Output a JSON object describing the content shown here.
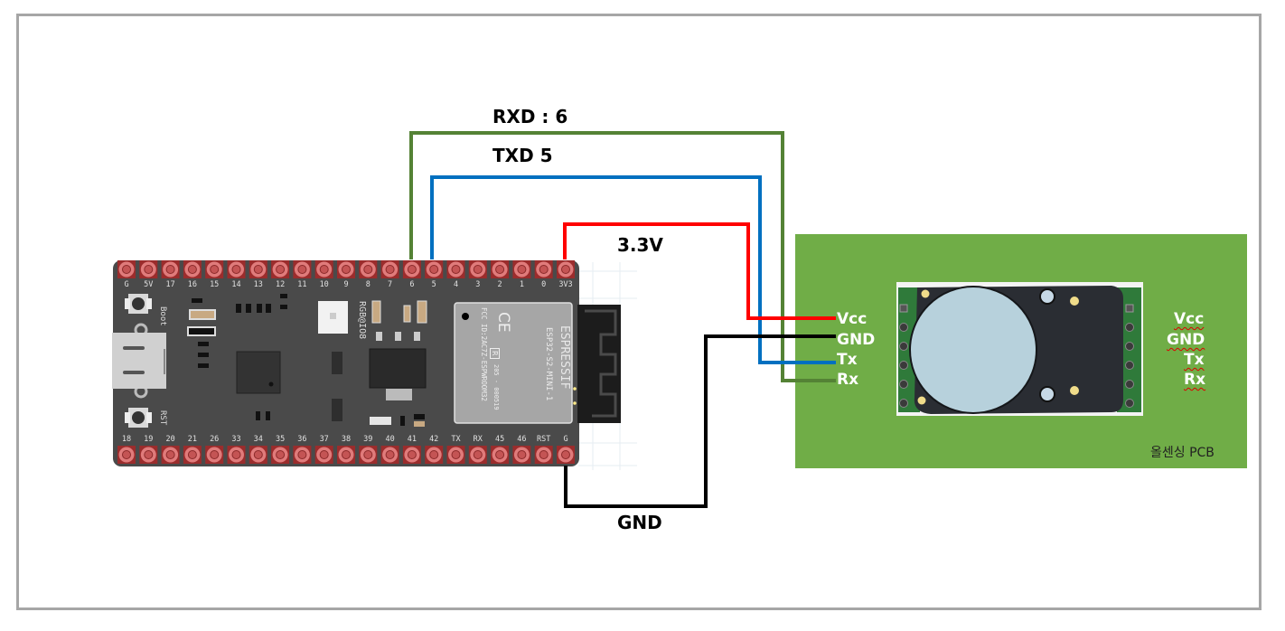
{
  "board": {
    "top_pins": [
      "G",
      "5V",
      "17",
      "16",
      "15",
      "14",
      "13",
      "12",
      "11",
      "10",
      "9",
      "8",
      "7",
      "6",
      "5",
      "4",
      "3",
      "2",
      "1",
      "0",
      "3V3"
    ],
    "bottom_pins": [
      "18",
      "19",
      "20",
      "21",
      "26",
      "33",
      "34",
      "35",
      "36",
      "37",
      "38",
      "39",
      "40",
      "41",
      "42",
      "TX",
      "RX",
      "45",
      "46",
      "RST",
      "G"
    ],
    "boot_label": "Boot",
    "rst_label": "RST",
    "rgb_label": "RGB@IO8",
    "module": {
      "brand": "ESPRESSIF",
      "model": "ESP32-S2-MINI-1",
      "fcc": "FCC ID:2AC7Z-ESPWROOM32",
      "cert": "205 - 000519",
      "ce_mark": "CE",
      "r_mark": "R"
    }
  },
  "wires": {
    "rxd_label": "RXD : 6",
    "txd_label": "TXD 5",
    "power_label": "3.3V",
    "gnd_label": "GND",
    "colors": {
      "rxd": "#548235",
      "txd": "#0070c0",
      "power": "#ff0000",
      "gnd": "#000000"
    }
  },
  "sensor_pcb": {
    "background": "#70ad47",
    "left_pins": [
      "Vcc",
      "GND",
      "Tx",
      "Rx"
    ],
    "right_pins": [
      "Vcc",
      "GND",
      "Tx",
      "Rx"
    ],
    "caption": "올센싱 PCB"
  }
}
